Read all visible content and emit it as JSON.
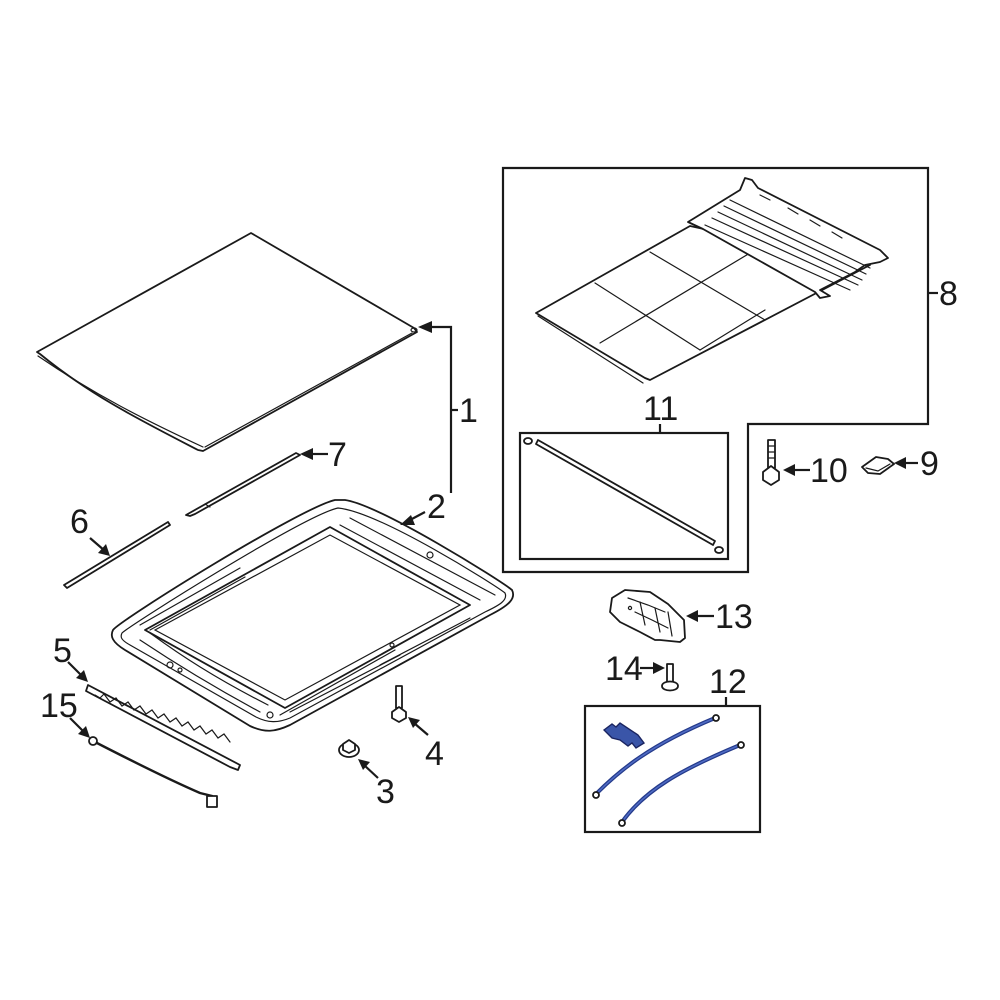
{
  "diagram": {
    "title": "Sunroof / Roof Glass Assembly - Exploded Parts Diagram",
    "colors": {
      "line": "#1a1a1a",
      "background": "#ffffff",
      "highlight_part": "#3a55a8"
    },
    "callouts": [
      {
        "number": "1",
        "part": "glass-panel"
      },
      {
        "number": "2",
        "part": "sunroof-frame"
      },
      {
        "number": "3",
        "part": "flange-nut"
      },
      {
        "number": "4",
        "part": "frame-bolt"
      },
      {
        "number": "5",
        "part": "drain-seal-strip"
      },
      {
        "number": "6",
        "part": "side-weatherstrip-left"
      },
      {
        "number": "7",
        "part": "side-weatherstrip-right"
      },
      {
        "number": "8",
        "part": "sunshade-assembly"
      },
      {
        "number": "9",
        "part": "shade-clip"
      },
      {
        "number": "10",
        "part": "shade-bolt"
      },
      {
        "number": "11",
        "part": "shade-guide-rail"
      },
      {
        "number": "12",
        "part": "drive-cable-kit"
      },
      {
        "number": "13",
        "part": "sunroof-motor"
      },
      {
        "number": "14",
        "part": "motor-screw"
      },
      {
        "number": "15",
        "part": "wire-harness"
      }
    ]
  }
}
